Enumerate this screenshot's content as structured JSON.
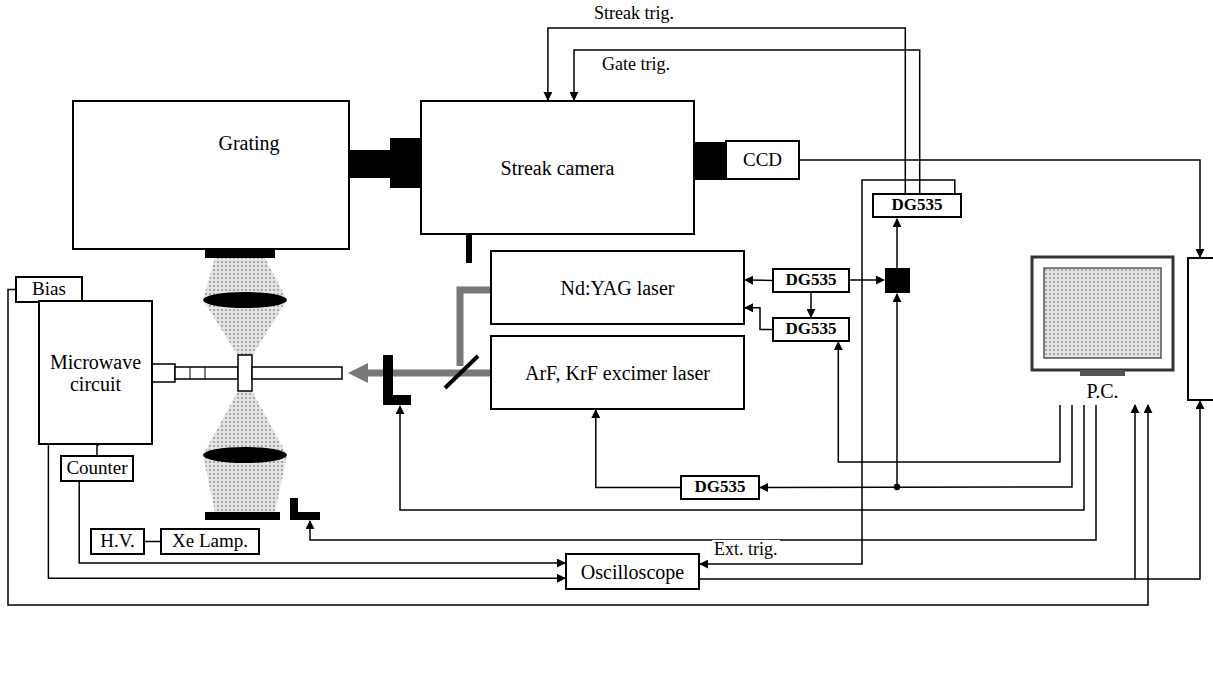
{
  "diagram": {
    "nodes": [
      {
        "text": [
          "Grating"
        ]
      },
      {
        "text": [
          "Streak camera"
        ]
      },
      {
        "text": [
          "CCD"
        ]
      },
      {
        "text": [
          "DG535"
        ]
      },
      {
        "text": [
          "DG535"
        ]
      },
      {
        "text": [
          "Nd:YAG laser"
        ]
      },
      {
        "text": [
          "DG535"
        ]
      },
      {
        "text": [
          "ArF, KrF excimer laser"
        ]
      },
      {
        "text": [
          "DG535"
        ]
      },
      {
        "text": [
          "Bias"
        ]
      },
      {
        "text": [
          "Microwave circuit"
        ]
      },
      {
        "text": [
          "Counter"
        ]
      },
      {
        "text": [
          "H.V."
        ]
      },
      {
        "text": [
          "Xe Lamp."
        ]
      },
      {
        "text": [
          "Oscilloscope"
        ]
      },
      {
        "text": [
          "P.C."
        ]
      }
    ],
    "edges": [
      {
        "from": 3,
        "to": 1,
        "label": "Streak trig.",
        "arrow": "to"
      },
      {
        "from": 3,
        "to": 1,
        "label": "Gate trig.",
        "arrow": "to"
      },
      {
        "from": 4,
        "to": 5,
        "arrow": "to"
      },
      {
        "from": 4,
        "to": 6,
        "arrow": "to"
      },
      {
        "from": 6,
        "to": 5,
        "arrow": "to"
      },
      {
        "from": 8,
        "to": 7,
        "arrow": "to"
      },
      {
        "from": 15,
        "to": 6,
        "arrow": "to"
      },
      {
        "from": 15,
        "to": 8,
        "arrow": "to"
      },
      {
        "from": 3,
        "to": 14,
        "label": "Ext. trig.",
        "arrow": "to"
      },
      {
        "from": 11,
        "to": 14,
        "arrow": "to"
      },
      {
        "from": 10,
        "to": 14,
        "arrow": "to"
      },
      {
        "from": 14,
        "to": 15,
        "arrow": "to"
      },
      {
        "from": 9,
        "to": 15,
        "arrow": "to"
      },
      {
        "from": 10,
        "to": 11,
        "arrow": "none"
      },
      {
        "from": 12,
        "to": 13,
        "arrow": "none"
      }
    ]
  }
}
